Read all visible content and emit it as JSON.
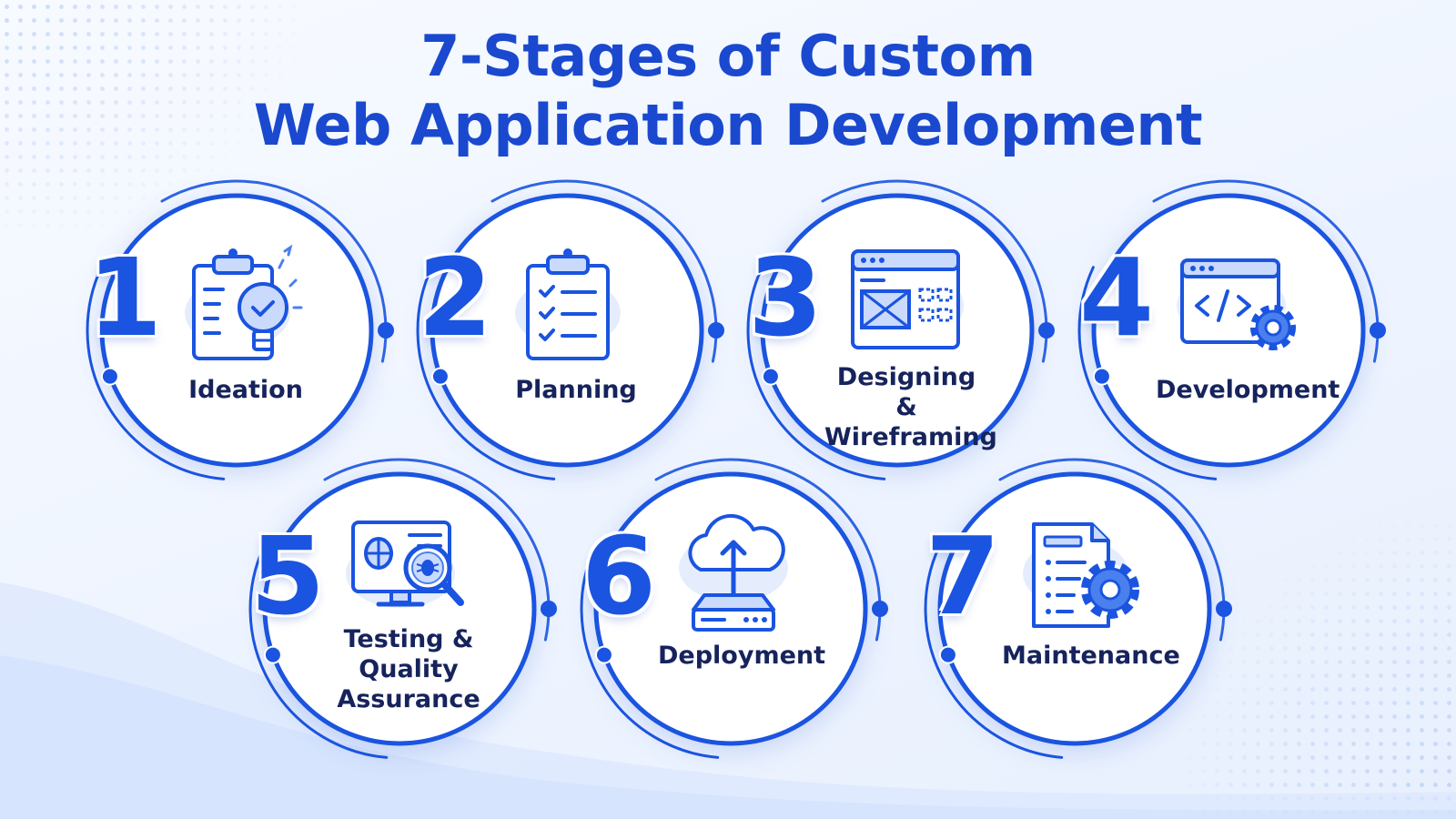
{
  "title": {
    "line1": "7-Stages of Custom",
    "line2": "Web Application Development"
  },
  "colors": {
    "title": "#1a49cf",
    "accent": "#1a54e0",
    "label": "#16235c",
    "icon_fill": "#c9dafc"
  },
  "stages": [
    {
      "number": "1",
      "label": "Ideation",
      "icon": "clipboard-lightbulb-icon"
    },
    {
      "number": "2",
      "label": "Planning",
      "icon": "clipboard-checklist-icon"
    },
    {
      "number": "3",
      "label": "Designing &\nWireframing",
      "icon": "wireframe-browser-icon"
    },
    {
      "number": "4",
      "label": "Development",
      "icon": "code-window-gear-icon"
    },
    {
      "number": "5",
      "label": "Testing &\nQuality\nAssurance",
      "icon": "monitor-bug-magnifier-icon"
    },
    {
      "number": "6",
      "label": "Deployment",
      "icon": "cloud-upload-server-icon"
    },
    {
      "number": "7",
      "label": "Maintenance",
      "icon": "document-gear-icon"
    }
  ]
}
